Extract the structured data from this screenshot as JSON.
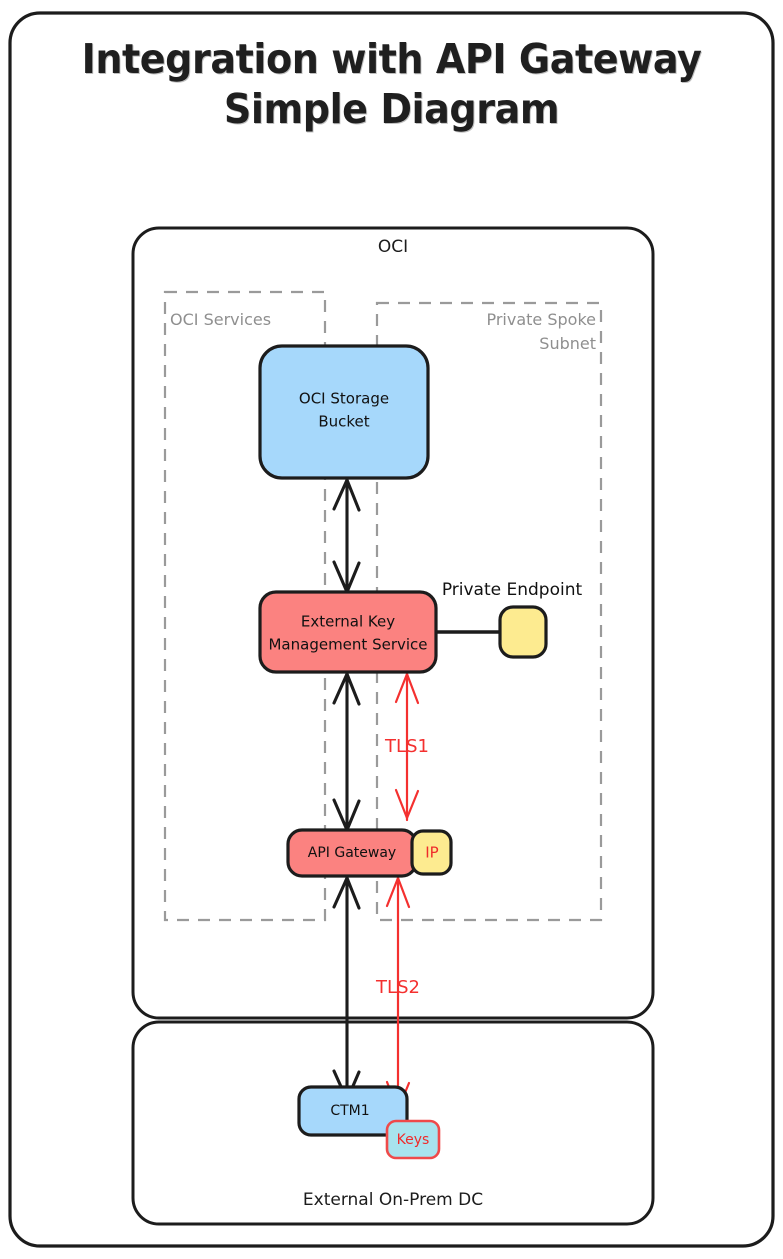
{
  "title": {
    "line1": "Integration with API Gateway",
    "line2": "Simple Diagram"
  },
  "containers": {
    "oci": {
      "label": "OCI"
    },
    "onprem": {
      "label": "External On-Prem DC"
    }
  },
  "groups": {
    "oci_services": {
      "label": "OCI Services"
    },
    "private_spoke_subnet": {
      "label_line1": "Private Spoke",
      "label_line2": "Subnet"
    }
  },
  "nodes": {
    "storage_bucket": {
      "label_line1": "OCI Storage",
      "label_line2": "Bucket",
      "color": "#a6d8fb"
    },
    "kms": {
      "label_line1": "External Key",
      "label_line2": "Management Service",
      "color": "#fb8280"
    },
    "private_endpoint": {
      "label": "Private Endpoint",
      "color": "#fdeb90"
    },
    "api_gateway": {
      "label": "API Gateway",
      "color": "#fb8280"
    },
    "ip_badge": {
      "label": "IP",
      "color": "#fdeb90",
      "text_color": "#ef2b2b"
    },
    "ctm1": {
      "label": "CTM1",
      "color": "#a6d8fb"
    },
    "keys": {
      "label": "Keys",
      "color": "#a8e3ee",
      "text_color": "#ef2b2b",
      "border_color": "#ef4a4a"
    }
  },
  "edges": {
    "tls1": {
      "label": "TLS1",
      "color": "#f4302f"
    },
    "tls2": {
      "label": "TLS2",
      "color": "#f4302f"
    }
  }
}
